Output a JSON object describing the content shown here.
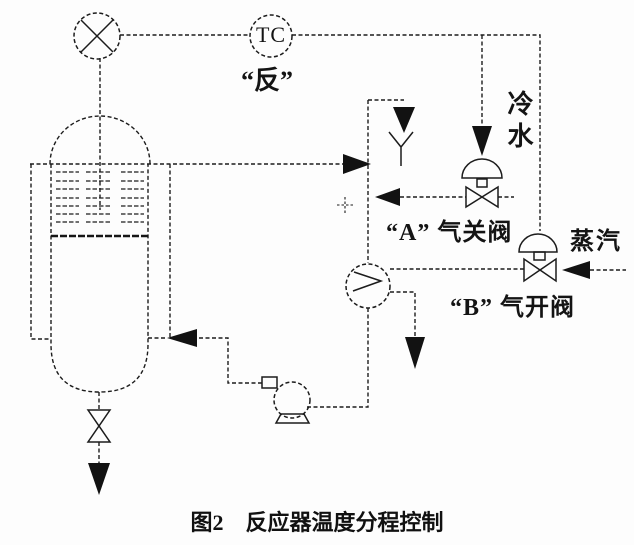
{
  "figure": {
    "number": "图2",
    "title": "反应器温度分程控制"
  },
  "controller": {
    "tag": "TC",
    "mode": "“反”"
  },
  "streams": {
    "cold_water": "冷水",
    "steam": "蒸汽"
  },
  "valves": {
    "valve_a": "“A” 气关阀",
    "valve_b": "“B” 气开阀"
  },
  "colors": {
    "background": "#fdfdfd",
    "line": "#1c1c1c",
    "arrow_fill": "#121212",
    "text": "#141414"
  },
  "symbols": {
    "agitator_sensor": "crossed-circle-icon",
    "temperature_controller": "tc-bubble-icon",
    "reactor": "jacketed-vessel-icon",
    "vent": "funnel-icon",
    "heat_exchanger": "circle-chevron-icon",
    "pump": "centrifugal-pump-icon",
    "control_valves": "diaphragm-globe-valve-icon",
    "drain_valve": "hourglass-valve-icon",
    "flow_arrows": "filled-triangle-arrow-icon"
  }
}
